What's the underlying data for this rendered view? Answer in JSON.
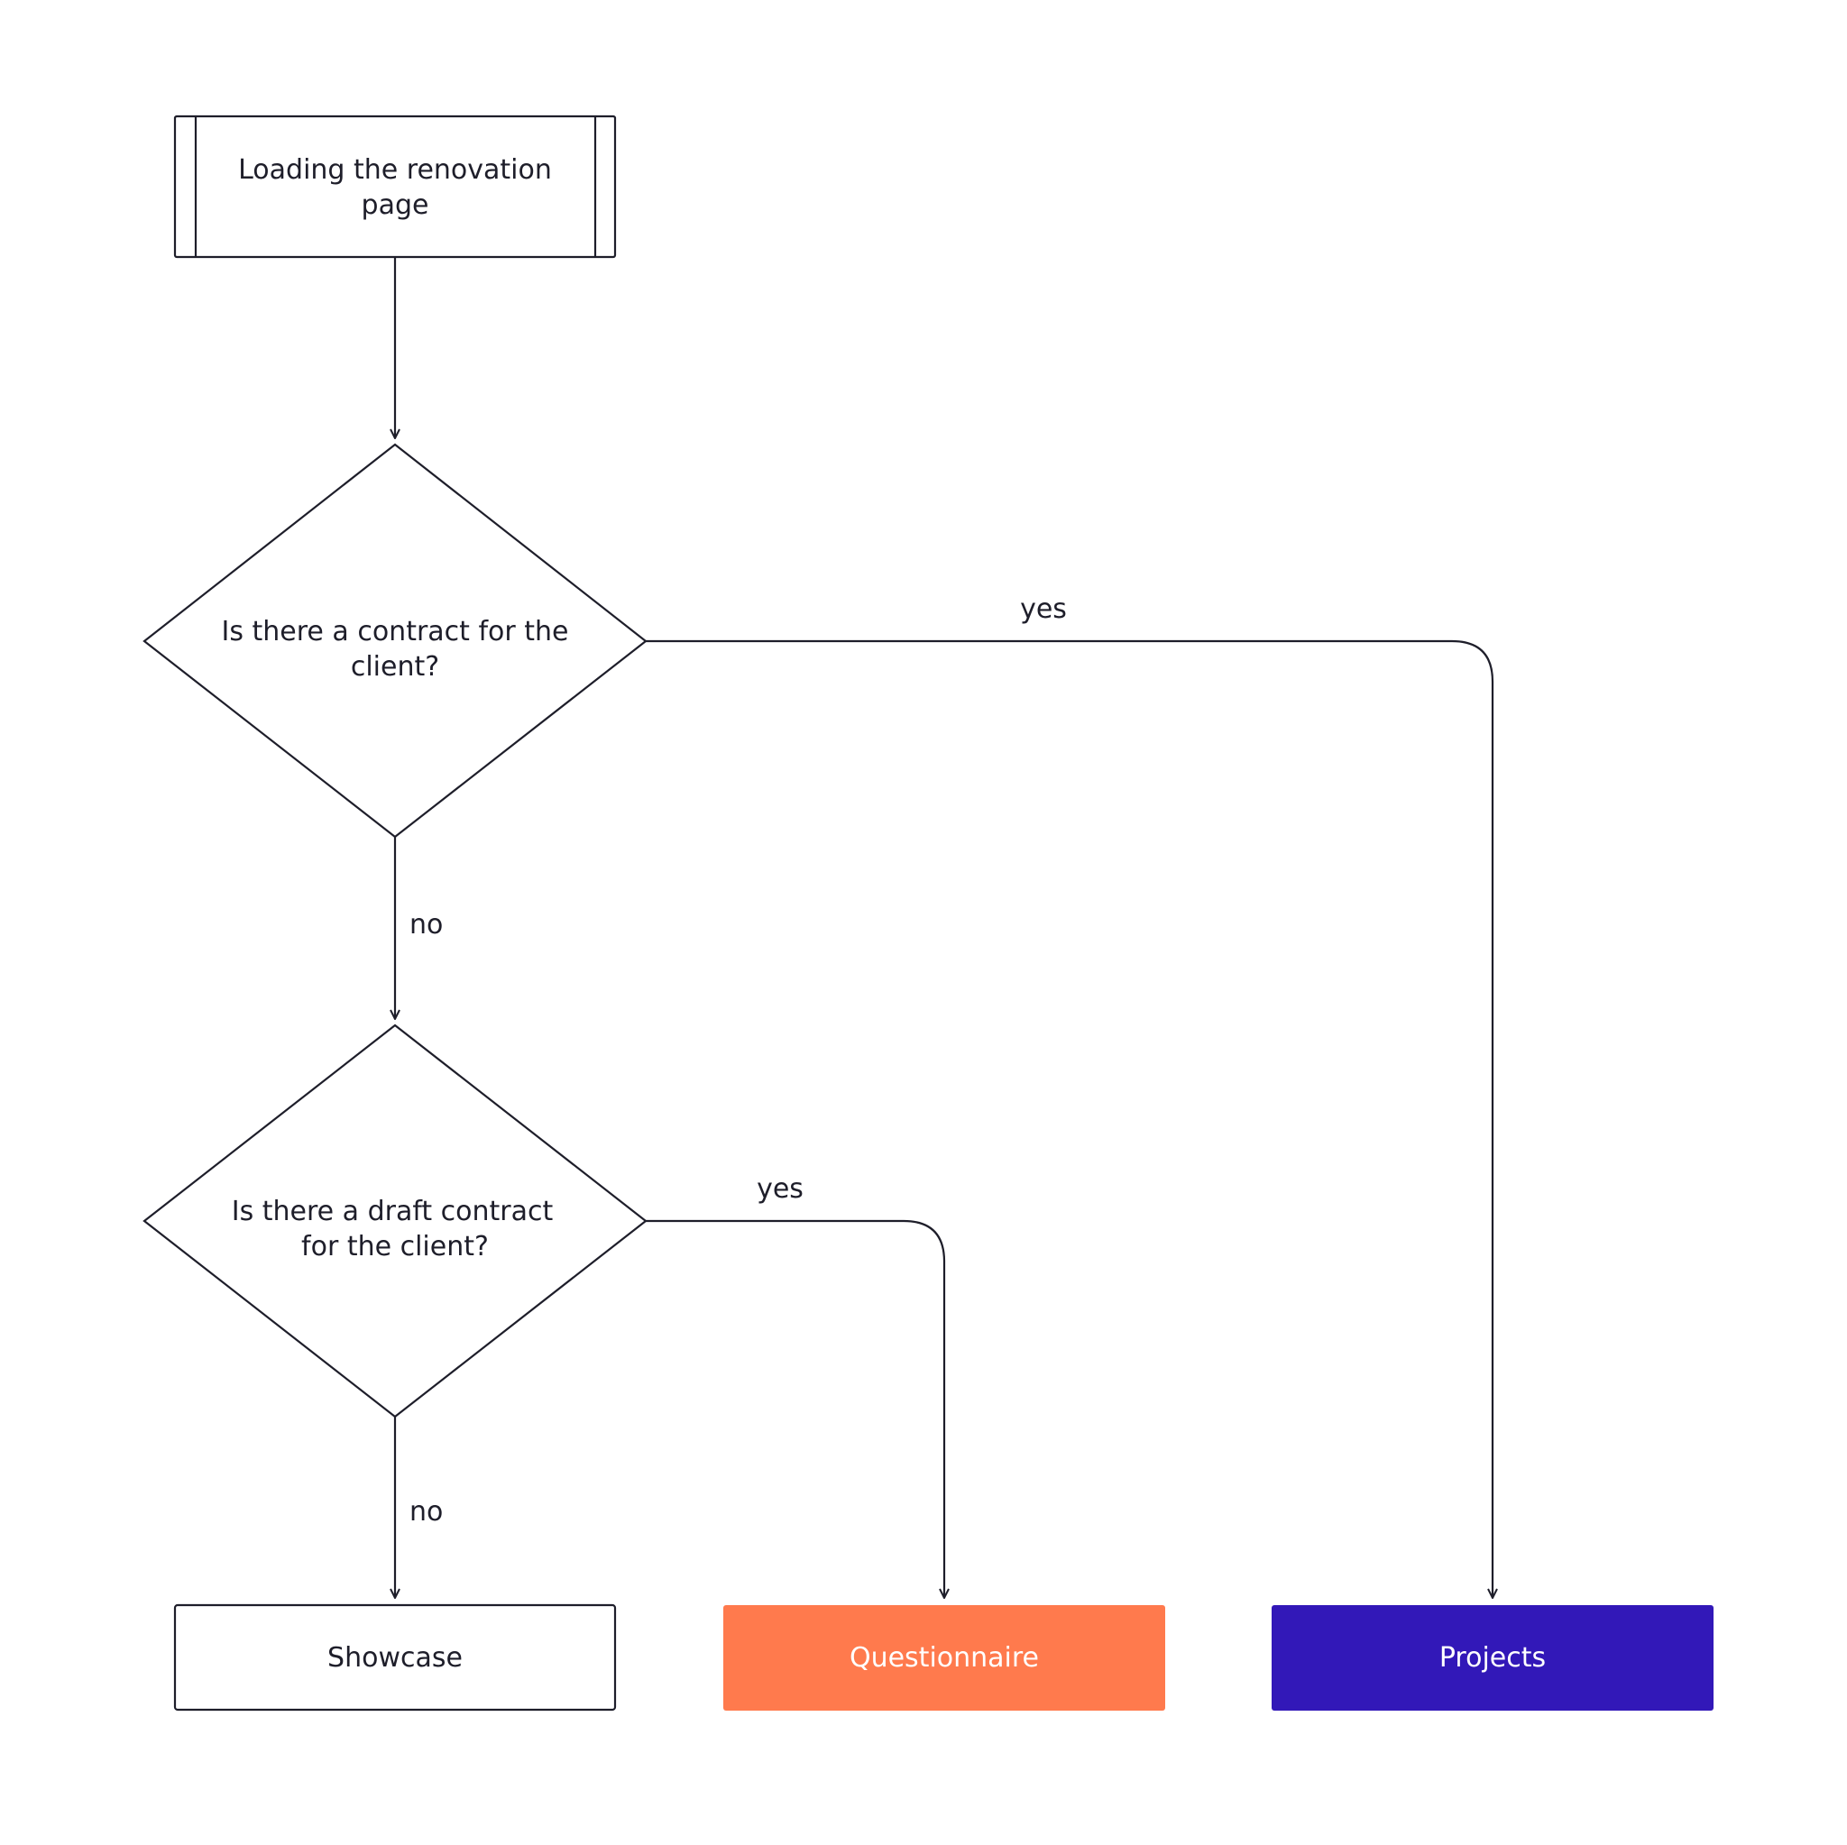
{
  "nodes": {
    "start": {
      "line1": "Loading the renovation",
      "line2": "page"
    },
    "decision_contract": {
      "line1": "Is there a contract for the",
      "line2": "client?"
    },
    "decision_draft": {
      "line1": "Is there a draft contract",
      "line2": "for the client?"
    },
    "showcase": {
      "label": "Showcase"
    },
    "questionnaire": {
      "label": "Questionnaire",
      "color": "#FF7A4D"
    },
    "projects": {
      "label": "Projects",
      "color": "#3218B8"
    }
  },
  "edges": {
    "contract_yes": "yes",
    "contract_no": "no",
    "draft_yes": "yes",
    "draft_no": "no"
  }
}
